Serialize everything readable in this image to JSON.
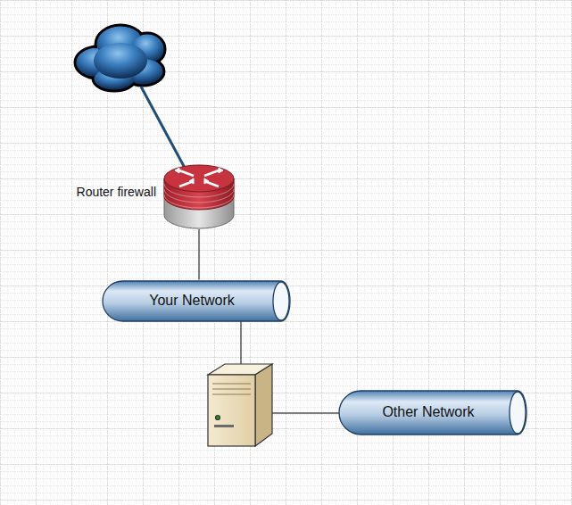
{
  "diagram": {
    "nodes": [
      {
        "text": [
          "Router firewall"
        ]
      },
      {
        "text": [
          "Your Network"
        ]
      },
      {
        "text": [
          "Other Network"
        ]
      }
    ],
    "edges": [
      {
        "from": 0,
        "to": 1,
        "arrow": "none"
      }
    ]
  }
}
